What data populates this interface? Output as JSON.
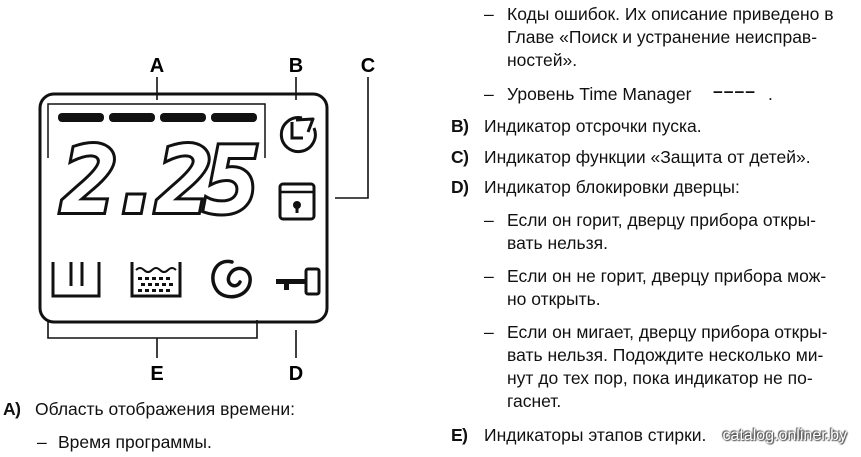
{
  "diagram": {
    "labels": {
      "a": "A",
      "b": "B",
      "c": "C",
      "d": "D",
      "e": "E"
    },
    "time_display": "2.25"
  },
  "legend_a": {
    "tag": "A)",
    "text": "Область отображения времени:",
    "sub1": "Время программы."
  },
  "right_column": {
    "item1_line1": "Коды ошибок. Их описание приведено в",
    "item1_line2": "Главе «Поиск и устранение неисправ-",
    "item1_line3": "ностей».",
    "item2_text": "Уровень Time Manager",
    "item2_glyph": "––––",
    "item2_end": ".",
    "b_tag": "B)",
    "b_text": "Индикатор отсрочки пуска.",
    "c_tag": "C)",
    "c_text": "Индикатор функции «Защита от детей».",
    "d_tag": "D)",
    "d_text": "Индикатор блокировки дверцы:",
    "d1_line1": "Если он горит, дверцу прибора откры-",
    "d1_line2": "вать нельзя.",
    "d2_line1": "Если он не горит, дверцу прибора мож-",
    "d2_line2": "но открыть.",
    "d3_line1": "Если он мигает, дверцу прибора откры-",
    "d3_line2": "вать нельзя. Подождите несколько ми-",
    "d3_line3": "нут до тех пор, пока индикатор не по-",
    "d3_line4": "гаснет.",
    "e_tag": "E)",
    "e_text": "Индикаторы этапов стирки.",
    "dash": "–"
  },
  "watermark": "catalog.onliner.by"
}
